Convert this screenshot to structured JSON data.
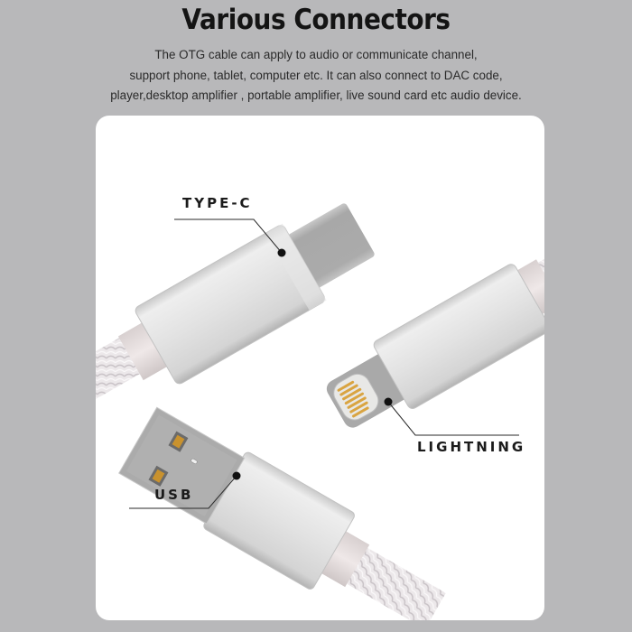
{
  "header": {
    "title": "Various Connectors",
    "description_lines": [
      "The OTG cable can apply to audio or communicate channel,",
      "support phone, tablet, computer etc. It can also connect to DAC code,",
      "player,desktop amplifier , portable amplifier, live sound card etc audio device."
    ]
  },
  "connectors": {
    "type_c": {
      "label": "TYPE-C"
    },
    "lightning": {
      "label": "LIGHTNING"
    },
    "usb": {
      "label": "USB"
    }
  },
  "colors": {
    "background": "#b8b8ba",
    "card": "#ffffff",
    "aluminum": "#dcdcdc",
    "metal_tip": "#a9a9a9",
    "gold_contact": "#d9a441",
    "label_text": "#1b1b1b"
  }
}
